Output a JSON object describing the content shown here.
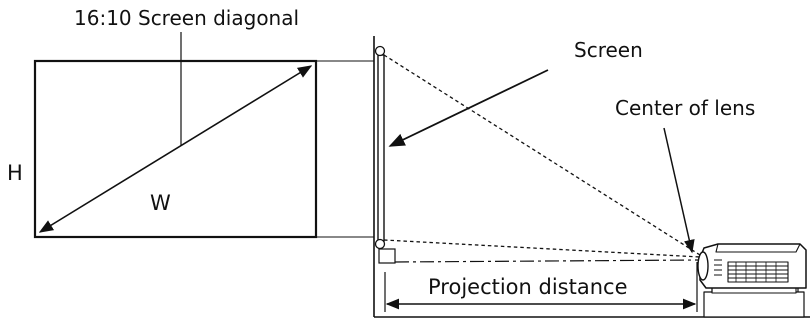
{
  "labels": {
    "diagonal": "16:10 Screen diagonal",
    "height": "H",
    "width": "W",
    "screen": "Screen",
    "lens": "Center of lens",
    "distance": "Projection distance"
  },
  "colors": {
    "stroke": "#111111",
    "background": "#ffffff"
  }
}
